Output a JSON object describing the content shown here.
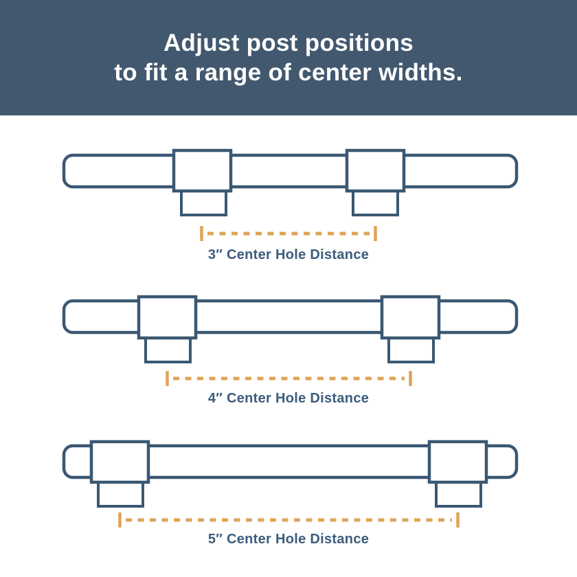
{
  "header": {
    "title_line1": "Adjust post positions",
    "title_line2": "to fit a range of center widths."
  },
  "colors": {
    "banner_bg": "#41586e",
    "banner_text": "#ffffff",
    "line": "#3a5873",
    "dash": "#dfa459",
    "label": "#3c5c7c",
    "page_bg": "#ffffff"
  },
  "diagram": {
    "description": "Bar pull handle shown three times with posts at increasing center-to-center spacings",
    "rows": [
      {
        "distance_inches": 3,
        "label": "3″ Center Hole Distance"
      },
      {
        "distance_inches": 4,
        "label": "4″ Center Hole Distance"
      },
      {
        "distance_inches": 5,
        "label": "5″ Center Hole Distance"
      }
    ]
  }
}
